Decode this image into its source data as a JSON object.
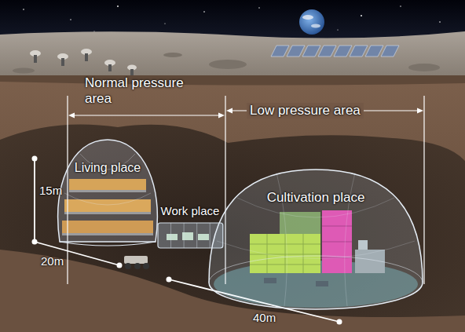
{
  "diagram": {
    "nodes": [
      {
        "text": [
          "Living place"
        ]
      },
      {
        "text": [
          "Work place"
        ]
      },
      {
        "text": [
          "Cultivation place"
        ]
      }
    ],
    "labels": [
      "Normal pressure area",
      "Low pressure area",
      "15m",
      "20m",
      "40m"
    ]
  }
}
